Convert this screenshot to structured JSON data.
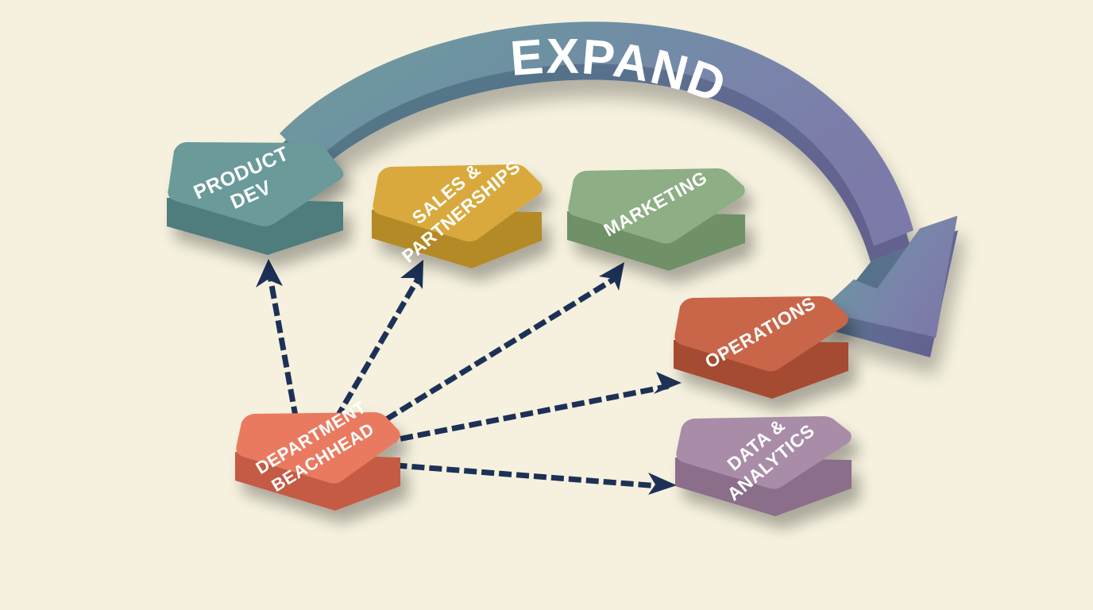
{
  "diagram": {
    "title": "EXPAND",
    "background_color": "#f5f1de",
    "arc": {
      "label": "EXPAND",
      "start_color": "#6f9e9d",
      "end_color": "#7b7aa8",
      "arrow_direction": "clockwise-down-right"
    },
    "source_node": {
      "id": "beachhead",
      "line1": "DEPARTMENT",
      "line2": "BEACHHEAD",
      "top_color": "#e97a5f",
      "side_color": "#c55a44"
    },
    "target_nodes": [
      {
        "id": "product-dev",
        "line1": "PRODUCT",
        "line2": "DEV",
        "top_color": "#6a9a9a",
        "side_color": "#507c7c"
      },
      {
        "id": "sales-partnerships",
        "line1": "SALES &",
        "line2": "PARTNERSHIPS",
        "top_color": "#d9a93c",
        "side_color": "#b48a28"
      },
      {
        "id": "marketing",
        "line1": "MARKETING",
        "line2": "",
        "top_color": "#8eae85",
        "side_color": "#6f9067"
      },
      {
        "id": "operations",
        "line1": "OPERATIONS",
        "line2": "",
        "top_color": "#c9664a",
        "side_color": "#a44b33"
      },
      {
        "id": "data-analytics",
        "line1": "DATA &",
        "line2": "ANALYTICS",
        "top_color": "#a88ca8",
        "side_color": "#8a6e8a"
      }
    ],
    "connector": {
      "style": "dotted",
      "color": "#1d3157",
      "count": 5
    }
  }
}
